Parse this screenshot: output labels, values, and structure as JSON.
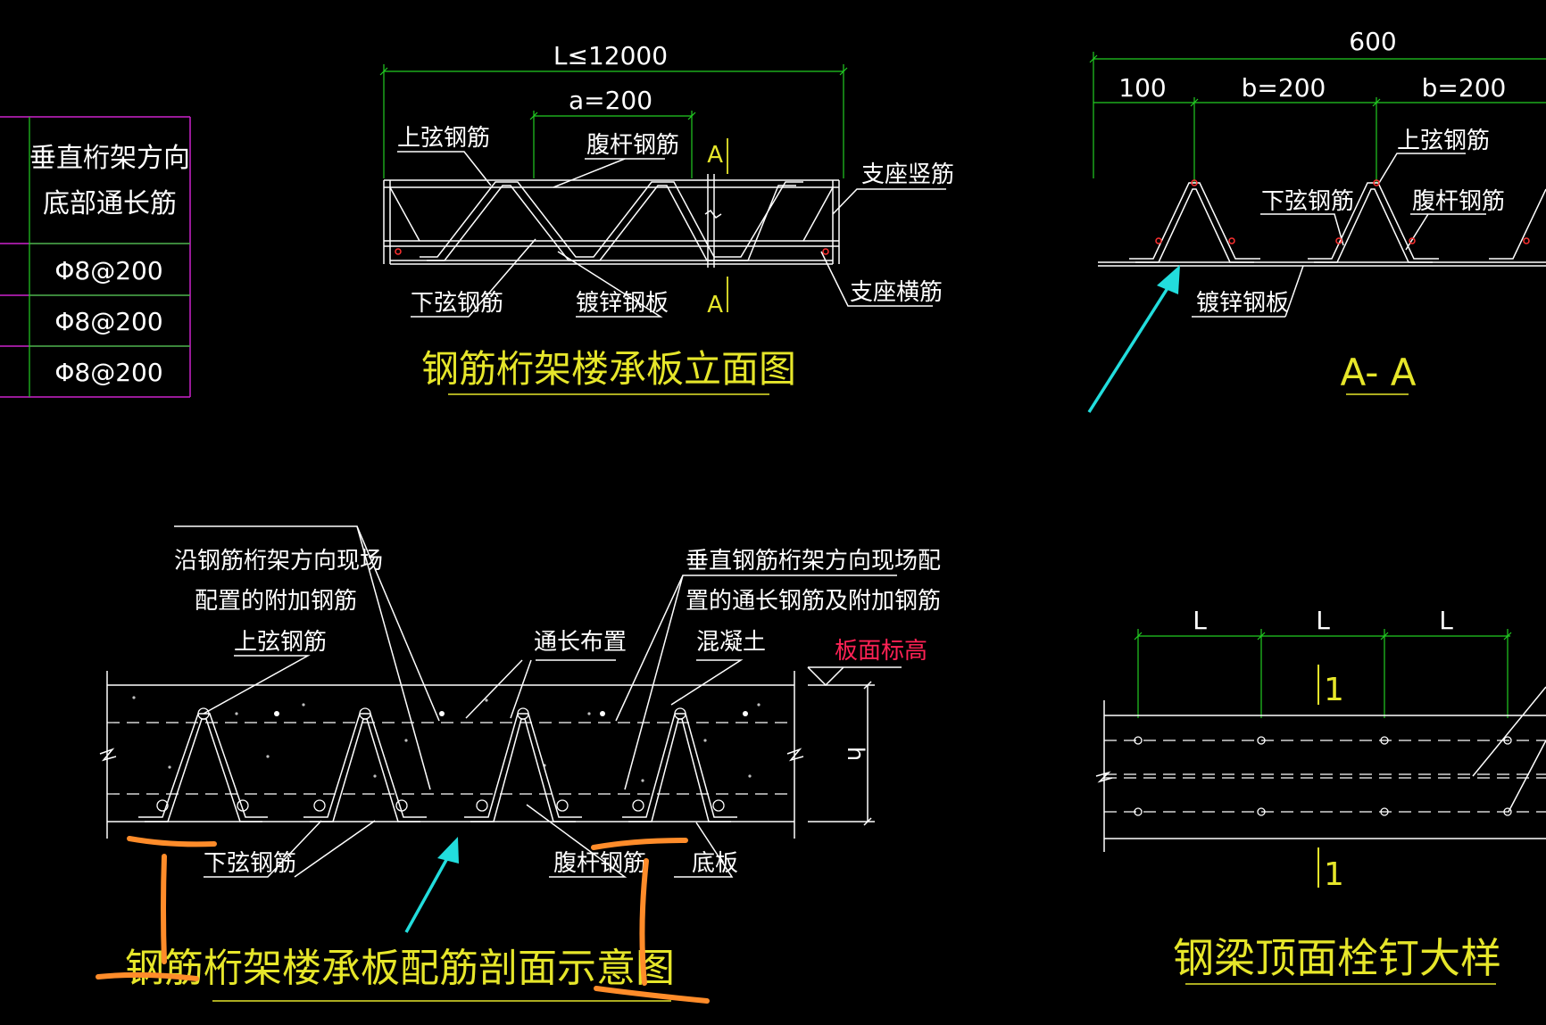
{
  "colors": {
    "background": "#000000",
    "line": "#ffffff",
    "dimension": "#22cc22",
    "title": "#e6e62a",
    "table_border": "#cc22cc",
    "elevation": "#ff2255",
    "rebar_dot": "#ff3030",
    "annotation_arrow": "#22dddd",
    "annotation_mark": "#ff8c2a"
  },
  "table": {
    "header_line1": "垂直桁架方向",
    "header_line2": "底部通长筋",
    "rows": [
      "Φ8@200",
      "Φ8@200",
      "Φ8@200"
    ]
  },
  "elevation_view": {
    "dim_total": "L≤12000",
    "dim_pitch": "a=200",
    "label_top_chord": "上弦钢筋",
    "label_web": "腹杆钢筋",
    "label_section_top": "A",
    "label_section_bottom": "A",
    "label_support_vertical": "支座竖筋",
    "label_bottom_chord": "下弦钢筋",
    "label_deck": "镀锌钢板",
    "label_support_horizontal": "支座横筋",
    "title": "钢筋桁架楼承板立面图"
  },
  "section_aa": {
    "dim_total": "600",
    "dim_edge": "100",
    "dim_b1": "b=200",
    "dim_b2": "b=200",
    "label_top_chord": "上弦钢筋",
    "label_bottom_chord": "下弦钢筋",
    "label_web": "腹杆钢筋",
    "label_deck": "镀锌钢板",
    "title": "A- A"
  },
  "slab_section": {
    "note_left_1": "沿钢筋桁架方向现场",
    "note_left_2": "配置的附加钢筋",
    "note_right_1": "垂直钢筋桁架方向现场配",
    "note_right_2": "置的通长钢筋及附加钢筋",
    "label_top_chord": "上弦钢筋",
    "label_continuous": "通长布置",
    "label_concrete": "混凝土",
    "label_elevation": "板面标高",
    "label_h": "h",
    "label_bottom_chord": "下弦钢筋",
    "label_web": "腹杆钢筋",
    "label_base": "底板",
    "title": "钢筋桁架楼承板配筋剖面示意图"
  },
  "stud_detail": {
    "dim_l1": "L",
    "dim_l2": "L",
    "dim_l3": "L",
    "section_mark_top": "1",
    "section_mark_bottom": "1",
    "title": "钢梁顶面栓钉大样"
  }
}
